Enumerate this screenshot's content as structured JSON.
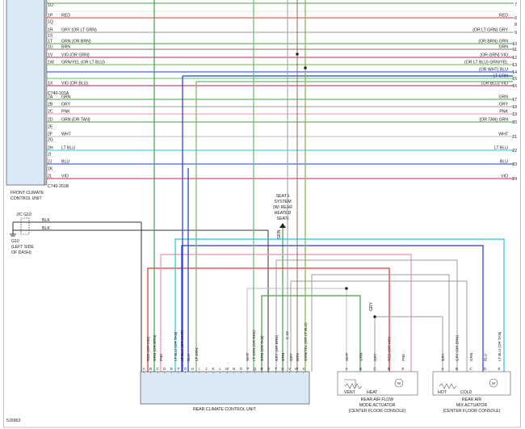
{
  "diagram_id": "516963",
  "front_unit": {
    "title_line1": "FRONT CLIMATE",
    "title_line2": "CONTROL UNIT",
    "connector_a": "C740-201A",
    "connector_b": "C740-201B",
    "top_pin": "1O",
    "wires": [
      {
        "pin": "1P",
        "label": "RED",
        "right": "RED",
        "num": "6",
        "color": "#e53935"
      },
      {
        "pin": "1Q",
        "label": "",
        "right": "",
        "num": "8",
        "color": ""
      },
      {
        "pin": "1R",
        "label": "GRY (OR LT GRN)",
        "right": "(OR LT GRN) GRY",
        "num": "9",
        "color": "#9e9e9e"
      },
      {
        "pin": "1S",
        "label": "",
        "right": "",
        "num": "",
        "color": ""
      },
      {
        "pin": "1T",
        "label": "GRN (OR BRN)",
        "right": "(OR BRN) GRN",
        "num": "10",
        "color": "#43a047"
      },
      {
        "pin": "1U",
        "label": "BRN",
        "right": "GRN",
        "num": "11",
        "color": "#8d6e63"
      },
      {
        "pin": "1V",
        "label": "VIO (OR GRN)",
        "right": "(OR GRN) VIO",
        "num": "12",
        "color": "#d81b60"
      },
      {
        "pin": "1W",
        "label": "GRN/YEL (OR LT BLU)",
        "right": "(OR LT BLU) GRN/YEL",
        "num": "13",
        "color": "#7cb342"
      },
      {
        "pin": "",
        "label": "",
        "right": "(OR WHT) BLU",
        "num": "14",
        "color": "#1e3adb"
      },
      {
        "pin": "",
        "label": "",
        "right": "LT GRN",
        "num": "15",
        "color": "#66bb6a"
      },
      {
        "pin": "1X",
        "label": "VIO (OR BLU)",
        "right": "(OR BLU) VIO",
        "num": "16",
        "color": "#c2185b"
      },
      {
        "pin": "2A",
        "label": "GRN",
        "right": "GRN",
        "num": "17",
        "color": "#43a047"
      },
      {
        "pin": "2B",
        "label": "GRY",
        "right": "GRY",
        "num": "18",
        "color": "#9e9e9e"
      },
      {
        "pin": "2C",
        "label": "PNK",
        "right": "PNK",
        "num": "19",
        "color": "#f48fb1"
      },
      {
        "pin": "2D",
        "label": "GRN (OR TAN)",
        "right": "(OR TAN) GRN",
        "num": "20",
        "color": "#43a047"
      },
      {
        "pin": "2E",
        "label": "",
        "right": "",
        "num": "",
        "color": ""
      },
      {
        "pin": "2F",
        "label": "WHT",
        "right": "WHT",
        "num": "21",
        "color": "#bdbdbd"
      },
      {
        "pin": "2G",
        "label": "",
        "right": "",
        "num": "",
        "color": ""
      },
      {
        "pin": "2H",
        "label": "LT BLU",
        "right": "LT BLU",
        "num": "22",
        "color": "#26c6da"
      },
      {
        "pin": "2I",
        "label": "",
        "right": "",
        "num": "",
        "color": ""
      },
      {
        "pin": "2J",
        "label": "BLU",
        "right": "BLU",
        "num": "23",
        "color": "#1e3adb"
      },
      {
        "pin": "2K",
        "label": "",
        "right": "",
        "num": "",
        "color": ""
      },
      {
        "pin": "2L",
        "label": "VIO",
        "right": "VIO",
        "num": "24",
        "color": "#d81b60"
      }
    ],
    "edge_nums_top": [
      "7"
    ]
  },
  "ground": {
    "splice": "J/C G10",
    "wire1": "BLK",
    "wire2": "BLK",
    "name": "G10",
    "location_line1": "(LEFT SIDE",
    "location_line2": "OF DASH)"
  },
  "seats": {
    "line1": "SEATS",
    "line2": "SYSTEM",
    "line3": "(W/ REAR",
    "line4": "HEATED",
    "line5": "SEAT)",
    "wire": "GRN"
  },
  "rear_unit": {
    "title": "REAR CLIMATE CONTROL UNIT",
    "pins": [
      "A",
      "B",
      "C",
      "D",
      "E",
      "F",
      "G",
      "H",
      "I",
      "J",
      "K",
      "L",
      "M",
      "N",
      "O",
      "P",
      "Q",
      "R",
      "S",
      "T",
      "U",
      "V",
      "W",
      "X"
    ],
    "wire_labels": [
      "RED (OR VIO)",
      "GRN (OR BRN)",
      "PNK",
      "LT BLU (OR TAN)",
      "LT BLU (OR WHT)",
      "BLU",
      "LT GRN",
      "WHT",
      "LT GRN (OR RED)",
      "GRN (OR TAN)",
      "GRY (OR BRN)",
      "GRN",
      "GRY",
      "BRN",
      "GRN/YEL (OR LT BLU)"
    ],
    "connector": "C 23"
  },
  "mode_actuator": {
    "title_line1": "REAR AIR FLOW",
    "title_line2": "MODE ACTUATOR",
    "title_line3": "(CENTER FLOOR CONSOLE)",
    "pins": [
      "A",
      "B",
      "C",
      "D",
      "E"
    ],
    "wires": [
      "WHT",
      "GRN",
      "GRY",
      "RED (OR VIO)",
      "PNK"
    ],
    "pos_left": "VENT",
    "pos_right": "HEAT",
    "motor": "M",
    "extra_wire": "GRY"
  },
  "mix_actuator": {
    "title_line1": "REAR AIR",
    "title_line2": "MIX ACTUATOR",
    "title_line3": "(CENTER FLOOR CONSOLE)",
    "pins": [
      "A",
      "B",
      "C",
      "D",
      "E"
    ],
    "wires": [
      "GRY",
      "GRY (OR BRN)",
      "GRN",
      "BLU",
      "LT BLU (OR TAN)"
    ],
    "pos_left": "HOT",
    "pos_right": "COLD",
    "motor": "M"
  },
  "colors": {
    "red": "#e53935",
    "green": "#43a047",
    "ltgreen": "#66bb6a",
    "gray": "#9e9e9e",
    "brown": "#8d6e63",
    "violet": "#d81b60",
    "blue": "#1e3adb",
    "ltblue": "#26c6da",
    "pink": "#f48fb1",
    "white_wire": "#bdbdbd",
    "black": "#333333",
    "module_fill": "#dbe9f7"
  }
}
